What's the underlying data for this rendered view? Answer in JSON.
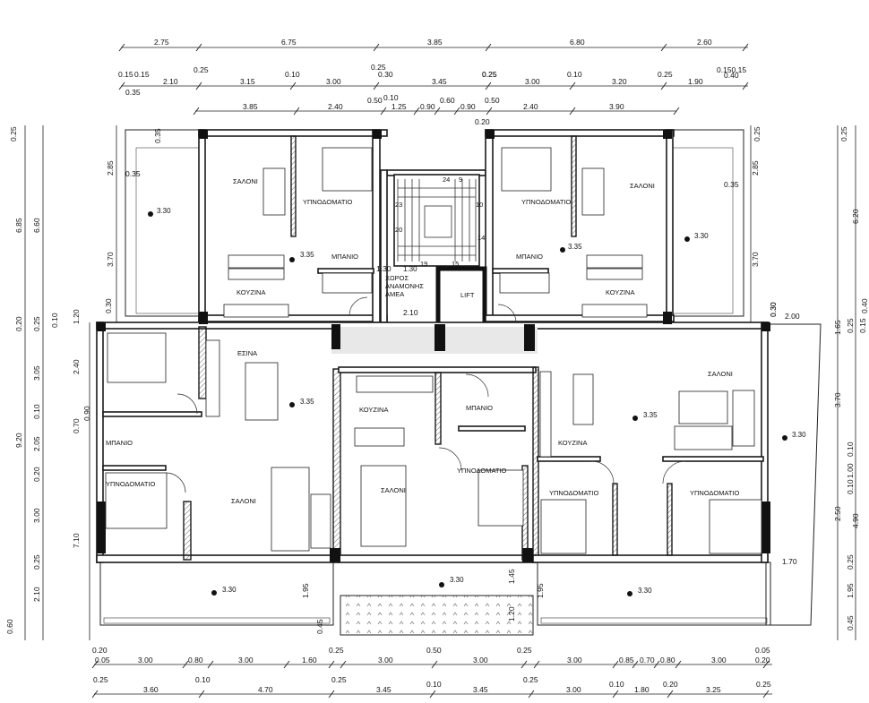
{
  "dimensions": {
    "top_row1": [
      "2.75",
      "6.75",
      "3.85",
      "6.80",
      "2.60"
    ],
    "top_row2": [
      "0.15",
      "0.15",
      "0.25",
      "0.25",
      "0.25",
      "0.150.15"
    ],
    "top_row3": [
      "0.35",
      "2.10",
      "3.15",
      "0.10",
      "3.00",
      "0.30",
      "3.45",
      "0.25",
      "3.00",
      "0.10",
      "3.20",
      "0.25",
      "1.90",
      "0.40"
    ],
    "top_row4": [
      "3.85",
      "2.40",
      "0.50",
      "1.25",
      "0.90",
      "0.60",
      "0.90",
      "0.50",
      "2.40",
      "3.90"
    ],
    "top_row4_sub": [
      "0.10",
      "0.20"
    ],
    "bottom_row1": [
      "0.20",
      "0.05",
      "3.00",
      "0.80",
      "3.00",
      "1.60",
      "0.25",
      "3.00",
      "0.50",
      "3.00",
      "0.25",
      "3.00",
      "0.85",
      "0.70",
      "0.80",
      "3.00",
      "0.05",
      "0.20"
    ],
    "bottom_row2": [
      "0.25",
      "0.10",
      "0.25",
      "0.10",
      "0.25",
      "0.10",
      "0.20",
      "0.25"
    ],
    "bottom_row3": [
      "3.60",
      "4.70",
      "3.45",
      "3.45",
      "3.00",
      "1.80",
      "3.25"
    ],
    "left_col1": [
      "0.25",
      "6.85",
      "0.20",
      "9.20",
      "0.60"
    ],
    "left_col2": [
      "6.60",
      "0.25",
      "3.05",
      "0.10",
      "2.05",
      "0.20",
      "3.00",
      "0.25",
      "2.10"
    ],
    "left_col3": [
      "2.85",
      "3.70",
      "0.10",
      "1.20",
      "2.40",
      "0.90",
      "0.70",
      "7.10"
    ],
    "right_col1": [
      "0.25",
      "6.20",
      "1.65",
      "3.70",
      "0.10",
      "2.50",
      "0.25",
      "1.95",
      "0.45"
    ],
    "right_col2": [
      "0.25",
      "2.85",
      "3.70",
      "0.30",
      "0.40",
      "0.25",
      "0.10",
      "1.00",
      "4.90",
      "0.15"
    ],
    "inner": [
      "0.35",
      "0.35",
      "0.35",
      "0.30",
      "0.30",
      "2.10",
      "2.00",
      "1.70",
      "1.95",
      "1.45",
      "1.95",
      "0.45",
      "1.20",
      "1.30"
    ]
  },
  "rooms": {
    "saloni": "ΣΑΛΟΝΙ",
    "ypnodomatio": "ΥΠΝΟΔΟΜΑΤΙΟ",
    "mpanio": "ΜΠΑΝΙΟ",
    "kouzina": "ΚΟΥΖΙΝΑ",
    "esina": "ΕΣΙΝΑ",
    "xoros": "ΧΩΡΟΣ",
    "anamonis": "ΑΝΑΜΟΝΗΣ",
    "amea": "ΑΜΕΑ",
    "lift": "LIFT"
  },
  "levels": {
    "l330": "3.30",
    "l335": "3.35",
    "l130": "1.30"
  },
  "stairs": [
    "24",
    "9",
    "23",
    "10",
    "20",
    "14",
    "19",
    "15"
  ]
}
